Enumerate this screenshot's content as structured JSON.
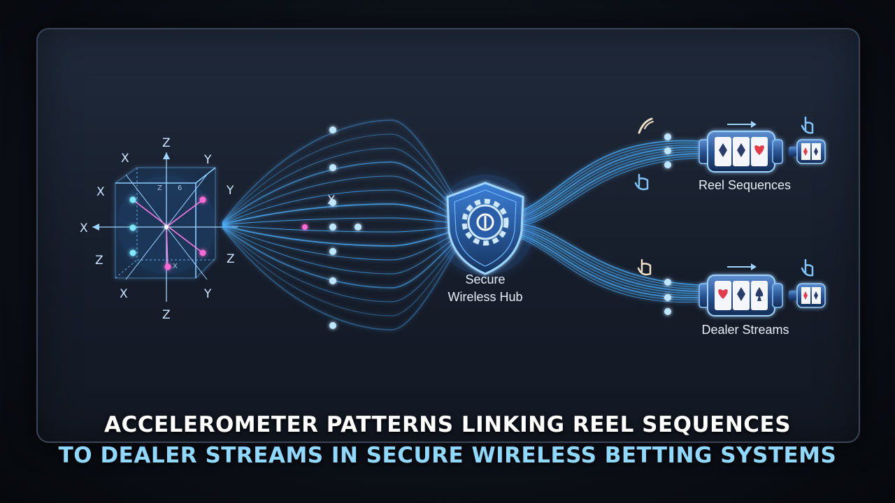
{
  "diagram": {
    "axes": {
      "top": "Z",
      "bottom": "Z",
      "left": "X",
      "upper_left": "X",
      "side_left": "X",
      "lower_left": "X",
      "left_z": "Z",
      "upper_right": "Y",
      "side_right": "Y",
      "lower_right": "Y",
      "right_z": "Z",
      "inner_z": "Z",
      "inner_x": "X",
      "inner_6": "6",
      "stream_x": "X"
    },
    "hub_label_line1": "Secure",
    "hub_label_line2": "Wireless Hub",
    "output_top_label": "Reel Sequences",
    "output_bottom_label": "Dealer Streams"
  },
  "caption": {
    "line1": "ACCELEROMETER PATTERNS LINKING REEL SEQUENCES",
    "line2": "TO DEALER STREAMS IN SECURE WIRELESS BETTING SYSTEMS"
  },
  "colors": {
    "glow": "#4fb2ff",
    "accent_pink": "#ff6ad5",
    "caption_blue": "#8fd8ff",
    "slot_red": "#e23b4a"
  }
}
